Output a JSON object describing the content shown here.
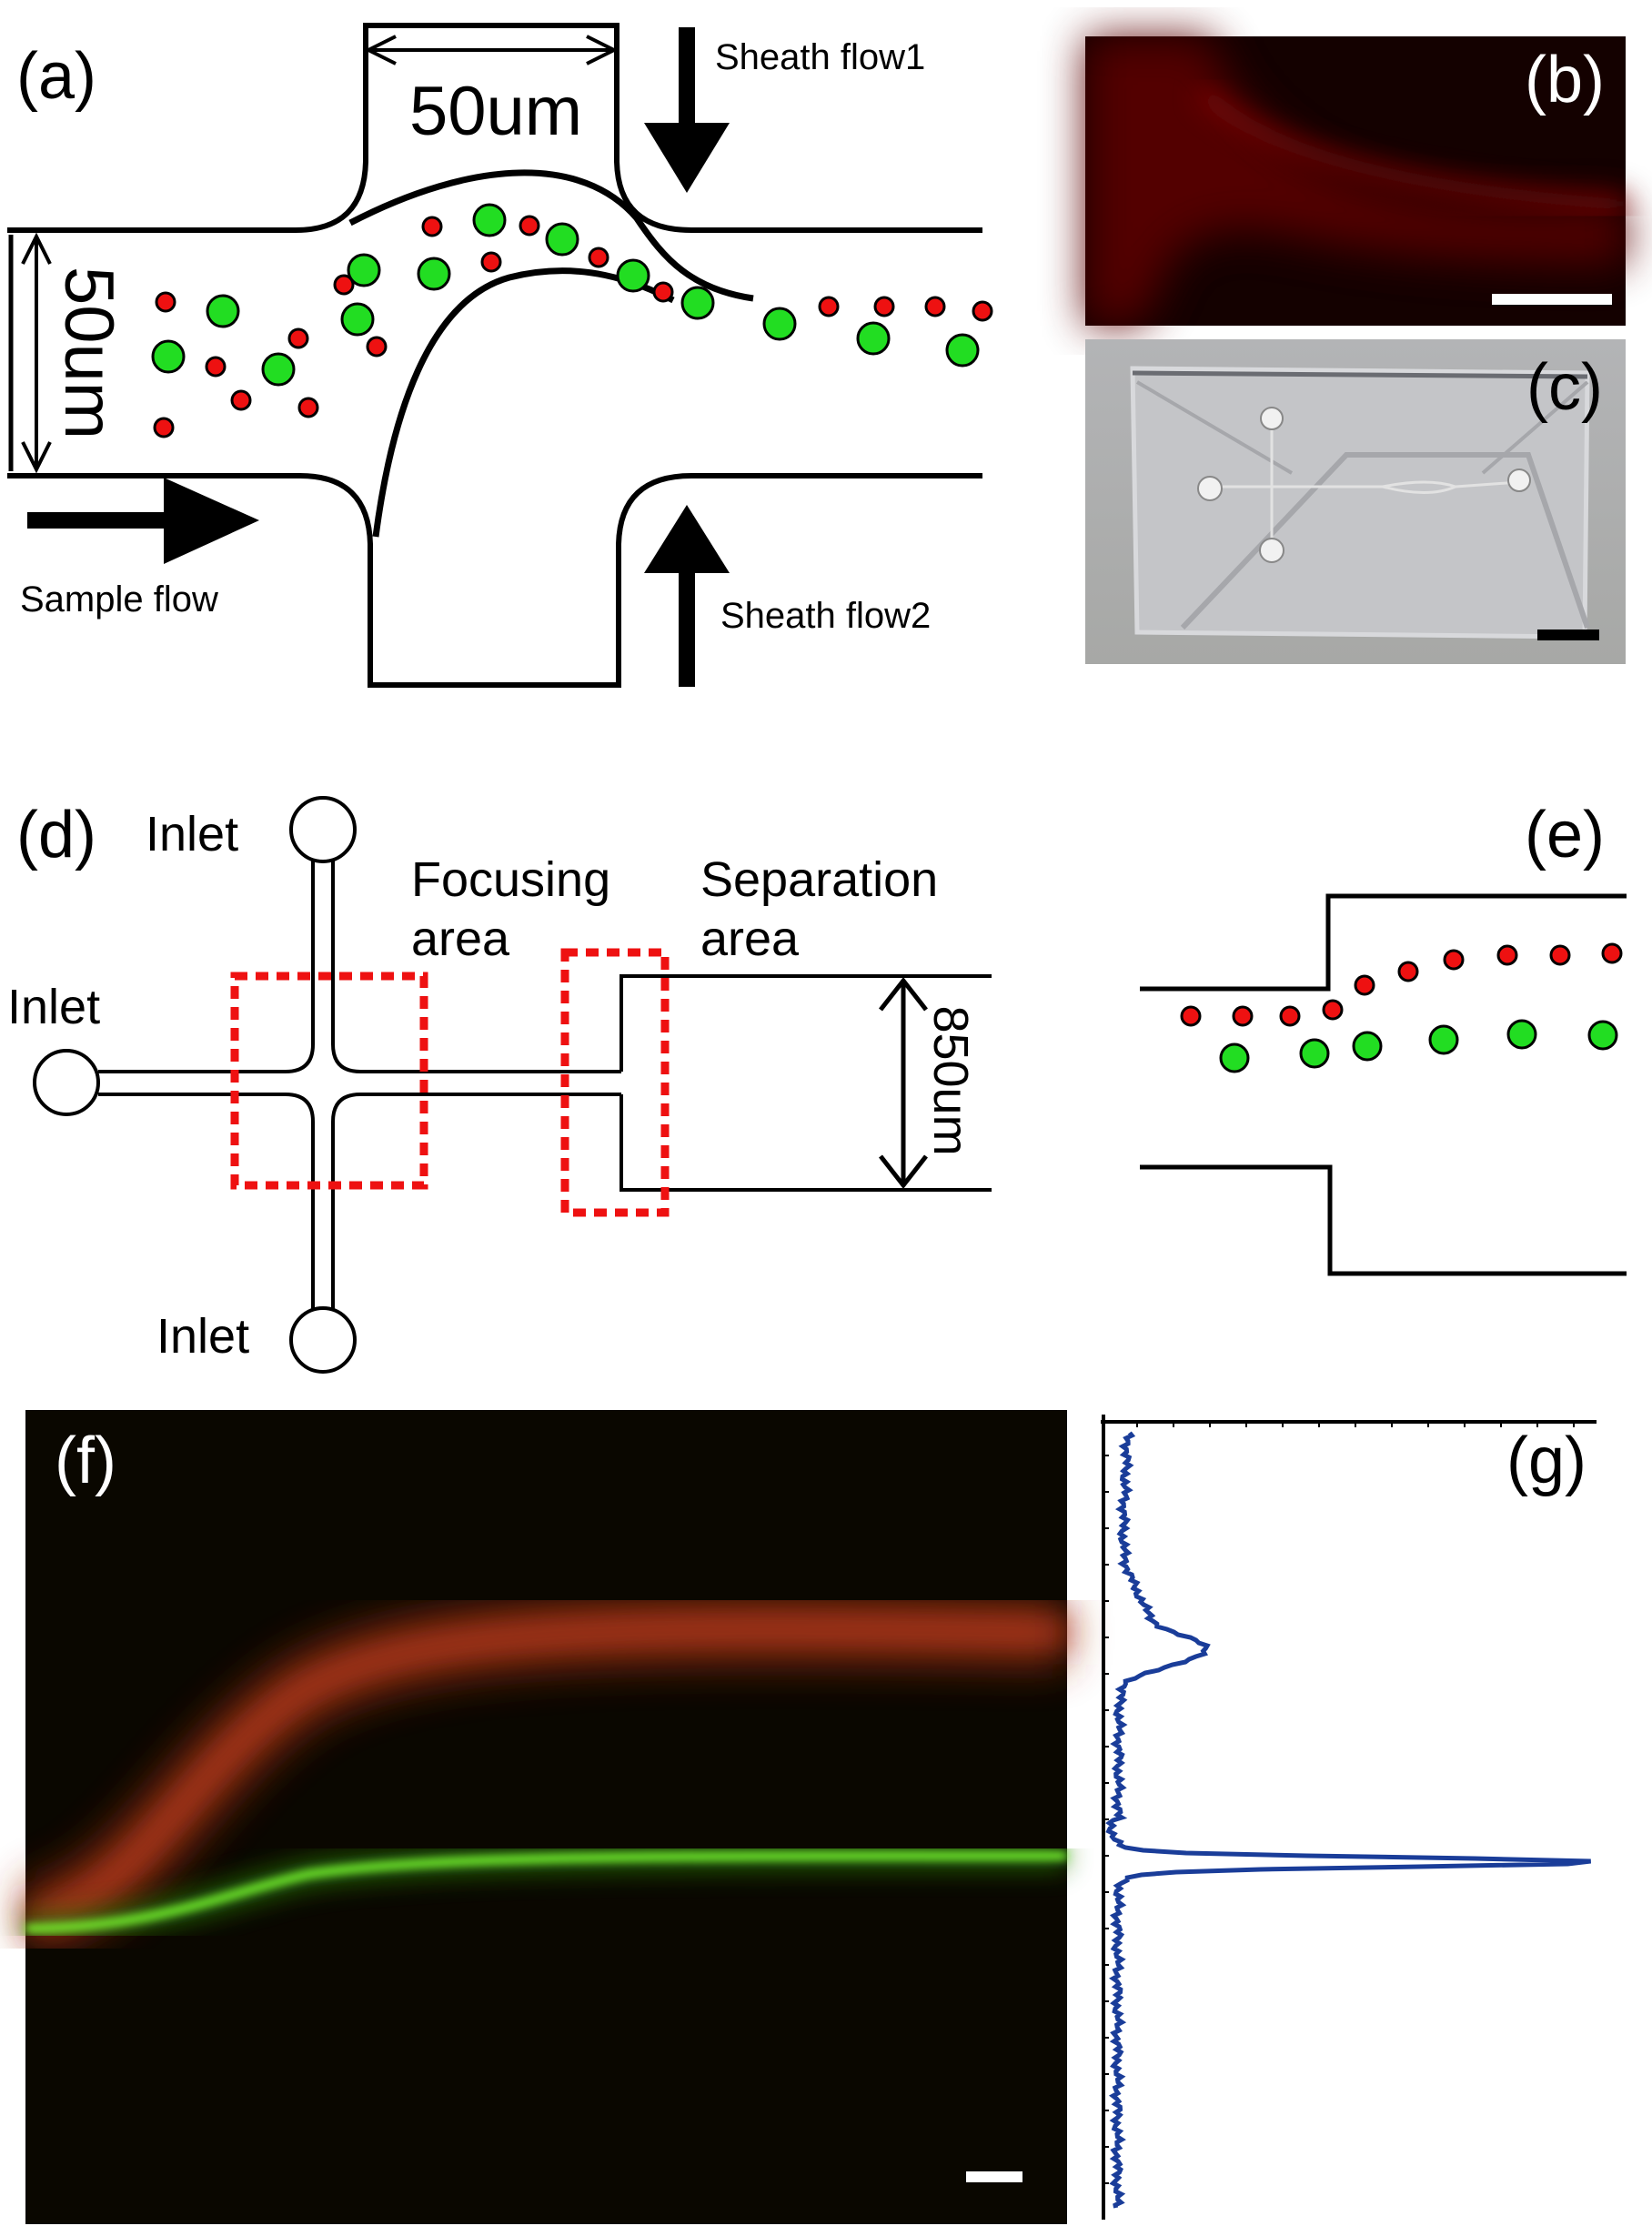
{
  "panels": {
    "a": {
      "label": "(a)",
      "top_width": "50um",
      "left_width": "50um",
      "sheath1": "Sheath flow1",
      "sheath2": "Sheath flow2",
      "sample": "Sample flow"
    },
    "b": {
      "label": "(b)"
    },
    "c": {
      "label": "(c)"
    },
    "d": {
      "label": "(d)",
      "inlet_top": "Inlet",
      "inlet_left": "Inlet",
      "inlet_bottom": "Inlet",
      "focusing_1": "Focusing",
      "focusing_2": "area",
      "separation_1": "Separation",
      "separation_2": "area",
      "width": "850um"
    },
    "e": {
      "label": "(e)"
    },
    "f": {
      "label": "(f)"
    },
    "g": {
      "label": "(g)"
    }
  },
  "colors": {
    "particle_large": "#22dd22",
    "particle_small": "#ee1111",
    "focus_box": "#ee1111",
    "profile_line": "#1a3d99",
    "red_stream": "#c23418",
    "green_stream": "#66ff22"
  }
}
